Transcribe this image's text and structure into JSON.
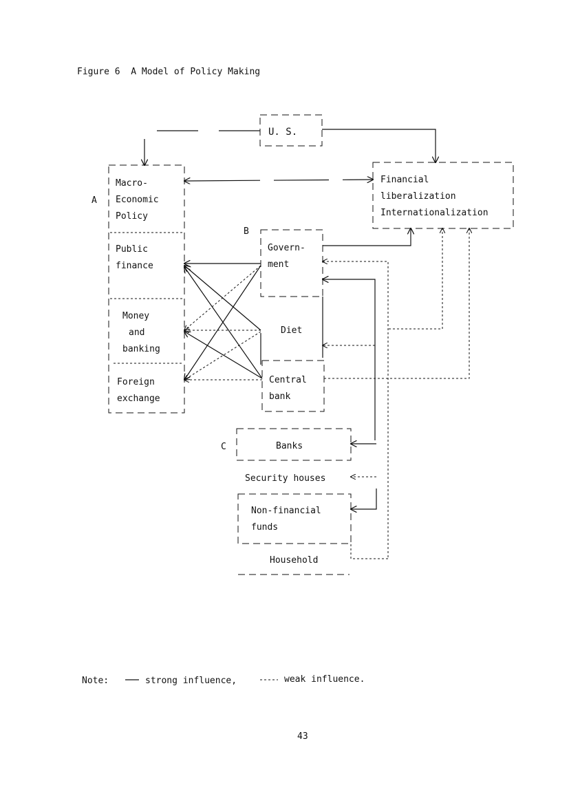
{
  "figure_title": "Figure 6  A Model of Policy Making",
  "nodes": {
    "us": "U. S.",
    "group_a_label": "A",
    "group_b_label": "B",
    "group_c_label": "C",
    "macro_policy": [
      "Macro-",
      "Economic",
      "Policy"
    ],
    "public_finance": [
      "Public",
      "finance"
    ],
    "money_banking": [
      "Money",
      "and",
      "banking"
    ],
    "foreign_exchange": [
      "Foreign",
      "exchange"
    ],
    "financial_lib": [
      "Financial",
      "liberalization",
      "Internationalization"
    ],
    "government": [
      "Govern-",
      "ment"
    ],
    "diet": "Diet",
    "central_bank": [
      "Central",
      "bank"
    ],
    "banks": "Banks",
    "security_houses": "Security houses",
    "non_financial_funds": [
      "Non-financial",
      "funds"
    ],
    "household": "Household"
  },
  "note": {
    "prefix": "Note:",
    "strong": "strong influence,",
    "weak": "weak influence."
  },
  "page_number": "43"
}
